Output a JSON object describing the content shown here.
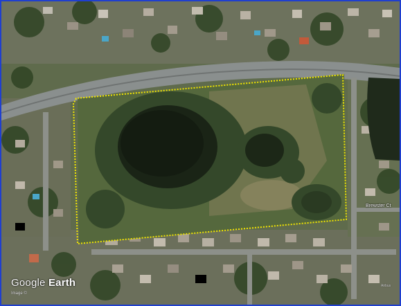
{
  "attribution": {
    "brand_light": "Google",
    "brand_bold": " Earth"
  },
  "credit": "Image ©",
  "labels": {
    "street": "Brewster Ct",
    "corner": "Airbus"
  },
  "colors": {
    "frame": "#1f3fcf",
    "boundary": "#f2e600",
    "pond": "#1a2416",
    "road": "#8a8f8e",
    "vegetation": "#3e5a2e"
  },
  "icons": {
    "logo": "google-earth-logo-text"
  }
}
